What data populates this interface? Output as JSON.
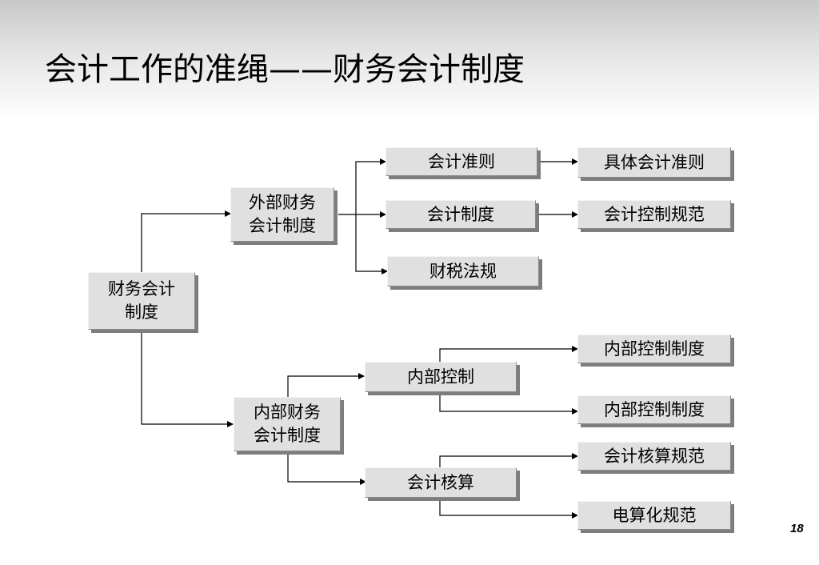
{
  "title": "会计工作的准绳——财务会计制度",
  "page_number": "18",
  "diagram": {
    "root": "财务会计\n制度",
    "external": {
      "label": "外部财务\n会计制度",
      "children": [
        {
          "label": "会计准则",
          "detail": "具体会计准则"
        },
        {
          "label": "会计制度",
          "detail": "会计控制规范"
        },
        {
          "label": "财税法规"
        }
      ]
    },
    "internal": {
      "label": "内部财务\n会计制度",
      "children": [
        {
          "label": "内部控制",
          "details": [
            "内部控制制度",
            "内部控制制度"
          ]
        },
        {
          "label": "会计核算",
          "details": [
            "会计核算规范",
            "电算化规范"
          ]
        }
      ]
    }
  }
}
